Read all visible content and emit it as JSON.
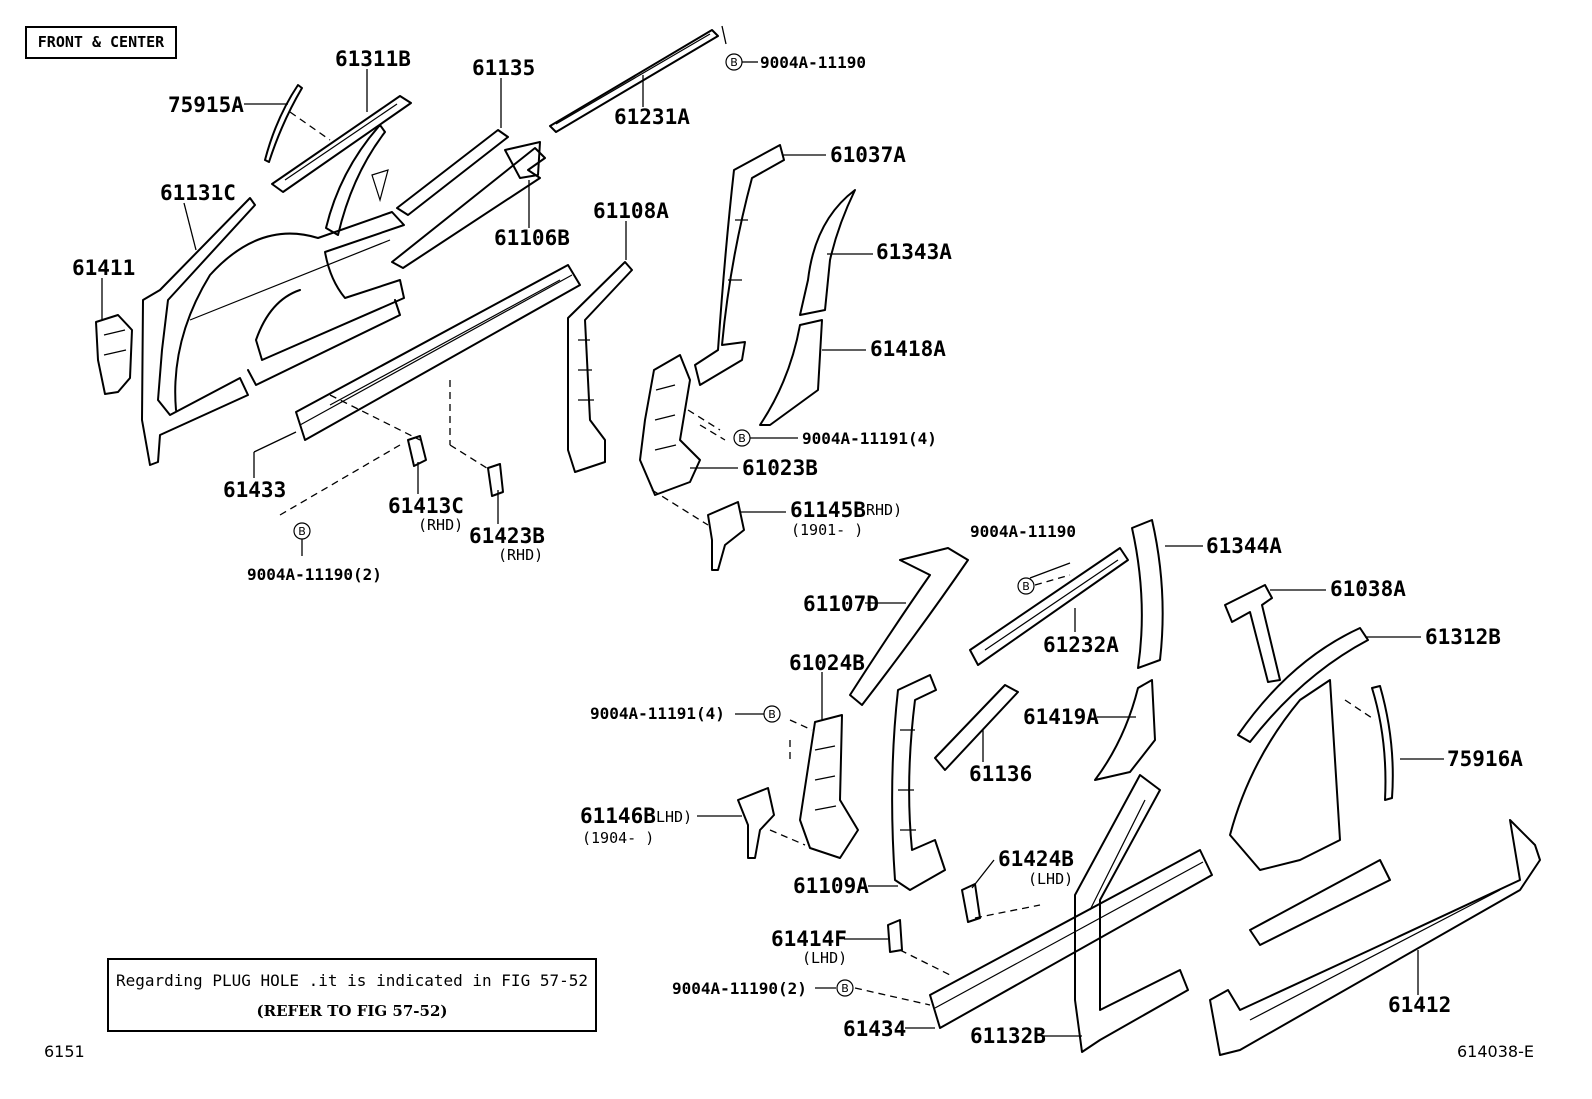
{
  "header": {
    "view_label": "FRONT & CENTER"
  },
  "parts": [
    {
      "id": "p1",
      "label": "61311B"
    },
    {
      "id": "p2",
      "label": "61135"
    },
    {
      "id": "p3",
      "label": "75915A"
    },
    {
      "id": "p4",
      "label": "61231A"
    },
    {
      "id": "p5",
      "label": "61037A"
    },
    {
      "id": "p6",
      "label": "61131C"
    },
    {
      "id": "p7",
      "label": "61106B"
    },
    {
      "id": "p8",
      "label": "61108A"
    },
    {
      "id": "p9",
      "label": "61343A"
    },
    {
      "id": "p10",
      "label": "61411"
    },
    {
      "id": "p11",
      "label": "61418A"
    },
    {
      "id": "p12",
      "label": "61023B"
    },
    {
      "id": "p13",
      "label": "61433"
    },
    {
      "id": "p14",
      "label": "61413C"
    },
    {
      "id": "p15",
      "label": "61423B"
    },
    {
      "id": "p16",
      "label": "61145B"
    },
    {
      "id": "p17",
      "label": "61344A"
    },
    {
      "id": "p18",
      "label": "61038A"
    },
    {
      "id": "p19",
      "label": "61107D"
    },
    {
      "id": "p20",
      "label": "61232A"
    },
    {
      "id": "p21",
      "label": "61312B"
    },
    {
      "id": "p22",
      "label": "61024B"
    },
    {
      "id": "p23",
      "label": "61419A"
    },
    {
      "id": "p24",
      "label": "61136"
    },
    {
      "id": "p25",
      "label": "75916A"
    },
    {
      "id": "p26",
      "label": "61146B"
    },
    {
      "id": "p27",
      "label": "61109A"
    },
    {
      "id": "p28",
      "label": "61424B"
    },
    {
      "id": "p29",
      "label": "61414F"
    },
    {
      "id": "p30",
      "label": "61412"
    },
    {
      "id": "p31",
      "label": "61434"
    },
    {
      "id": "p32",
      "label": "61132B"
    }
  ],
  "fasteners": [
    {
      "id": "f1",
      "label": "9004A-11190"
    },
    {
      "id": "f2",
      "label": "9004A-11191(4)"
    },
    {
      "id": "f3",
      "label": "9004A-11190(2)"
    },
    {
      "id": "f4",
      "label": "9004A-11190"
    },
    {
      "id": "f5",
      "label": "9004A-11191(4)"
    },
    {
      "id": "f6",
      "label": "9004A-11190(2)"
    }
  ],
  "callout_letter": "B",
  "qualifiers": {
    "rhd": "(RHD)",
    "lhd": "(LHD)",
    "rhd_sup": "RHD)",
    "lhd_sup": "LHD)",
    "range_1901": "(1901-      )",
    "range_1904": "(1904-      )"
  },
  "notes": {
    "plug_hole": "Regarding PLUG HOLE .it is indicated in FIG 57-52",
    "refer": "(REFER TO FIG 57-52)"
  },
  "footer": {
    "page_code": "6151",
    "figure_code": "614038-E"
  }
}
